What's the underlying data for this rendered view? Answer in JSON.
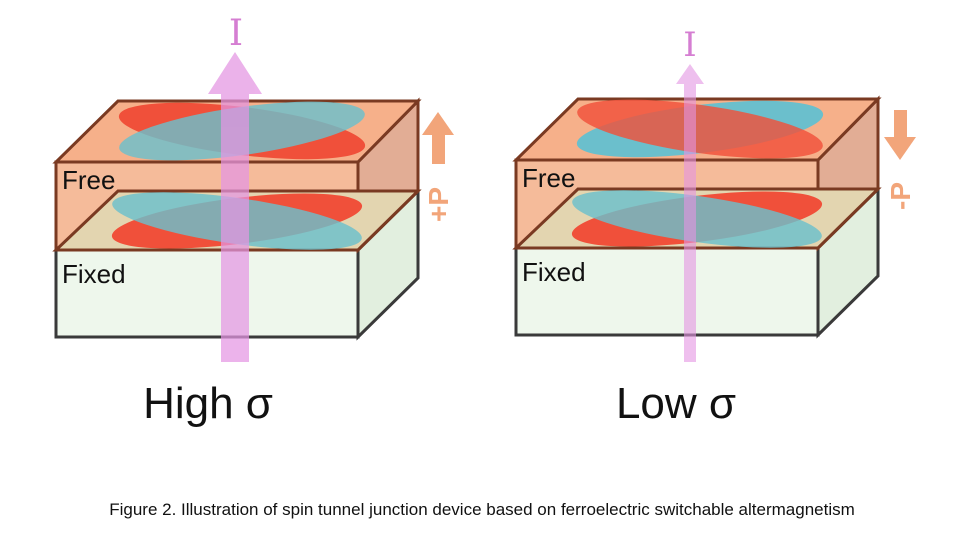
{
  "panels": [
    {
      "current_label": "I",
      "free_label": "Free",
      "fixed_label": "Fixed",
      "polarization_label": "+P",
      "conductance_label": "High σ"
    },
    {
      "current_label": "I",
      "free_label": "Free",
      "fixed_label": "Fixed",
      "polarization_label": "-P",
      "conductance_label": "Low σ"
    }
  ],
  "caption": "Figure 2. Illustration of spin tunnel junction device based on ferroelectric switchable altermagnetism",
  "colors": {
    "free_layer": "#f4b48f",
    "fixed_layer": "#eef7ec",
    "interface": "#e3d5b0",
    "red_lobe": "#f0503a",
    "blue_lobe": "#6bbfcc",
    "current_arrow": "#e495e3",
    "polarization_arrow": "#f2a57a"
  }
}
